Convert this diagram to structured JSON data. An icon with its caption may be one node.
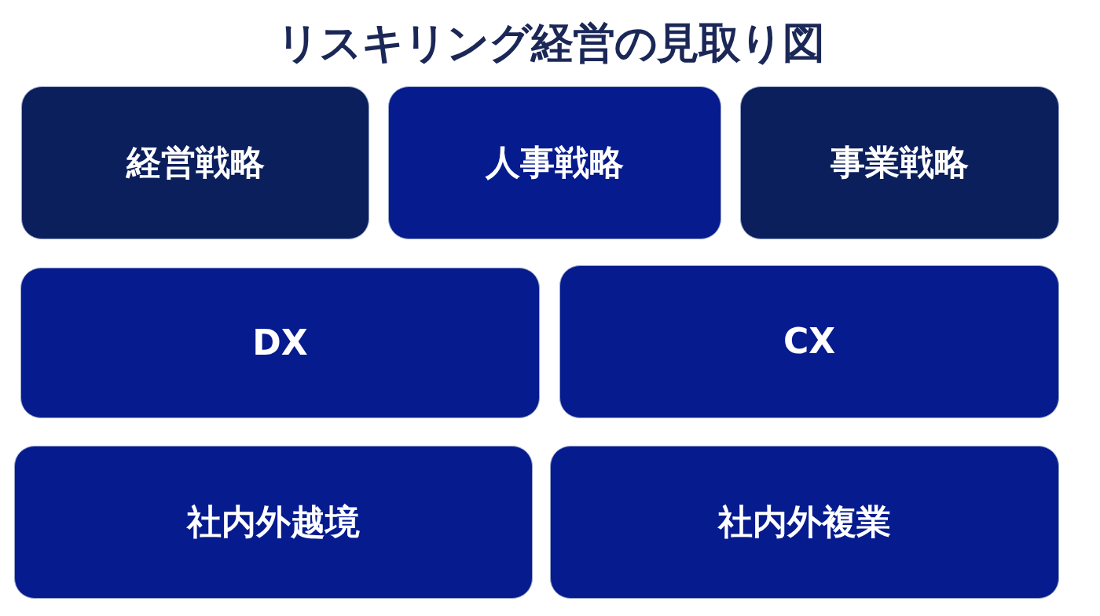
{
  "diagram": {
    "title": "リスキリング経営の見取り図",
    "nodes": [
      {
        "text": [
          "経営戦略"
        ]
      },
      {
        "text": [
          "人事戦略"
        ]
      },
      {
        "text": [
          "事業戦略"
        ]
      },
      {
        "text": [
          "DX"
        ]
      },
      {
        "text": [
          "CX"
        ]
      },
      {
        "text": [
          "社内外越境"
        ]
      },
      {
        "text": [
          "社内外複業"
        ]
      }
    ]
  }
}
